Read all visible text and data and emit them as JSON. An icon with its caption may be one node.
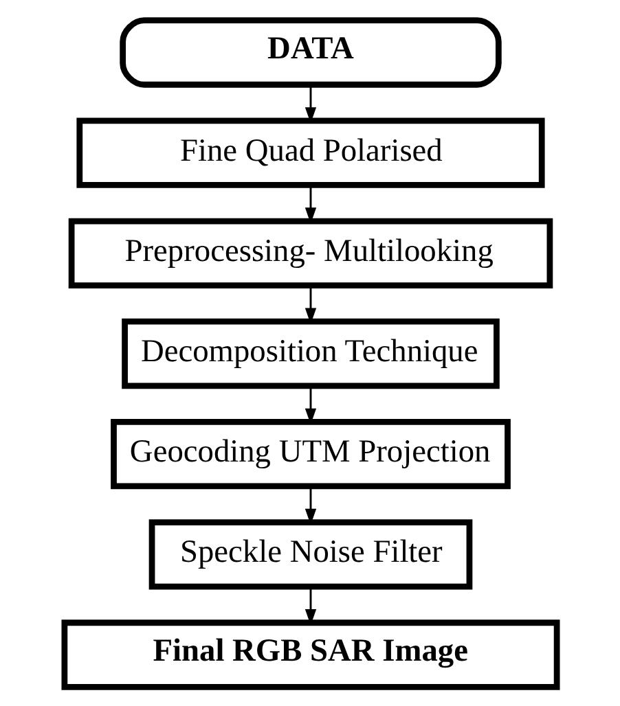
{
  "diagram": {
    "nodes": [
      {
        "text": [
          "DATA"
        ]
      },
      {
        "text": [
          "Fine Quad Polarised"
        ]
      },
      {
        "text": [
          "Preprocessing- Multilooking"
        ]
      },
      {
        "text": [
          "Decomposition Technique"
        ]
      },
      {
        "text": [
          "Geocoding UTM Projection"
        ]
      },
      {
        "text": [
          "Speckle Noise Filter"
        ]
      },
      {
        "text": [
          "Final RGB SAR Image"
        ]
      }
    ],
    "edges": [
      {
        "from": 0,
        "to": 1,
        "arrow": "to"
      },
      {
        "from": 1,
        "to": 2,
        "arrow": "to"
      },
      {
        "from": 2,
        "to": 3,
        "arrow": "to"
      },
      {
        "from": 3,
        "to": 4,
        "arrow": "to"
      },
      {
        "from": 4,
        "to": 5,
        "arrow": "to"
      },
      {
        "from": 5,
        "to": 6,
        "arrow": "to"
      }
    ]
  }
}
